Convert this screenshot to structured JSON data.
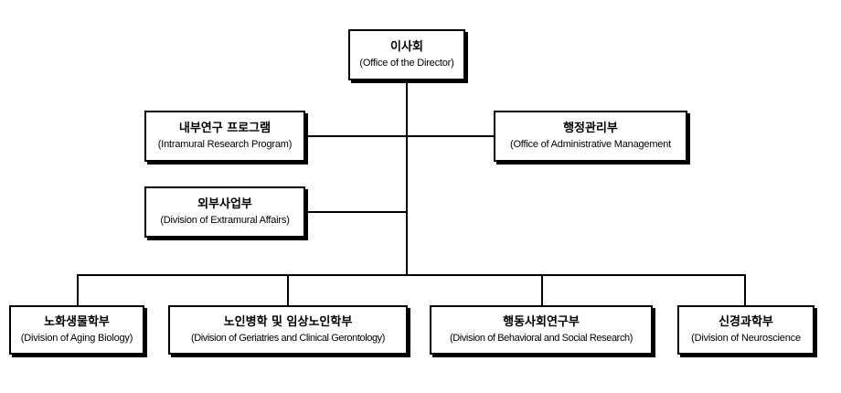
{
  "nodes": {
    "director": {
      "ko": "이사회",
      "en": "(Office of the Director)"
    },
    "intramural": {
      "ko": "내부연구 프로그램",
      "en": "(Intramural Research Program)"
    },
    "administrative": {
      "ko": "행정관리부",
      "en": "(Office of Administrative  Management"
    },
    "extramural": {
      "ko": "외부사업부",
      "en": "(Division of Extramural Affairs)"
    },
    "aging_biology": {
      "ko": "노화생물학부",
      "en": "(Division of Aging Biology)"
    },
    "geriatrics": {
      "ko": "노인병학 및 임상노인학부",
      "en": "(Division of Geriatries and Clinical Gerontology)"
    },
    "behavioral": {
      "ko": "행동사회연구부",
      "en": "(Division of Behavioral and Social Research)"
    },
    "neuroscience": {
      "ko": "신경과학부",
      "en": "(Division of Neuroscience"
    }
  }
}
